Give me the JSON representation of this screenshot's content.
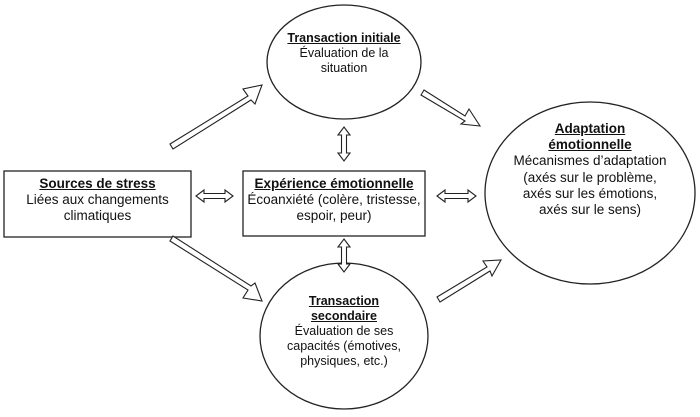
{
  "nodes": {
    "initial": {
      "title": "Transaction initiale",
      "body": "Évaluation de la situation"
    },
    "secondary": {
      "title": "Transaction secondaire",
      "body": "Évaluation de ses capacités (émotives, physiques, etc.)"
    },
    "stress": {
      "title": "Sources de stress",
      "body": "Liées aux changements climatiques"
    },
    "experience": {
      "title": "Expérience émotionnelle",
      "body": "Écoanxiété (colère, tristesse, espoir, peur)"
    },
    "adaptation": {
      "title": "Adaptation émotionnelle",
      "body": "Mécanismes d’adaptation (axés sur le problème, axés sur les émotions, axés sur le sens)"
    }
  },
  "colors": {
    "stroke": "#222222",
    "fill": "#ffffff"
  }
}
